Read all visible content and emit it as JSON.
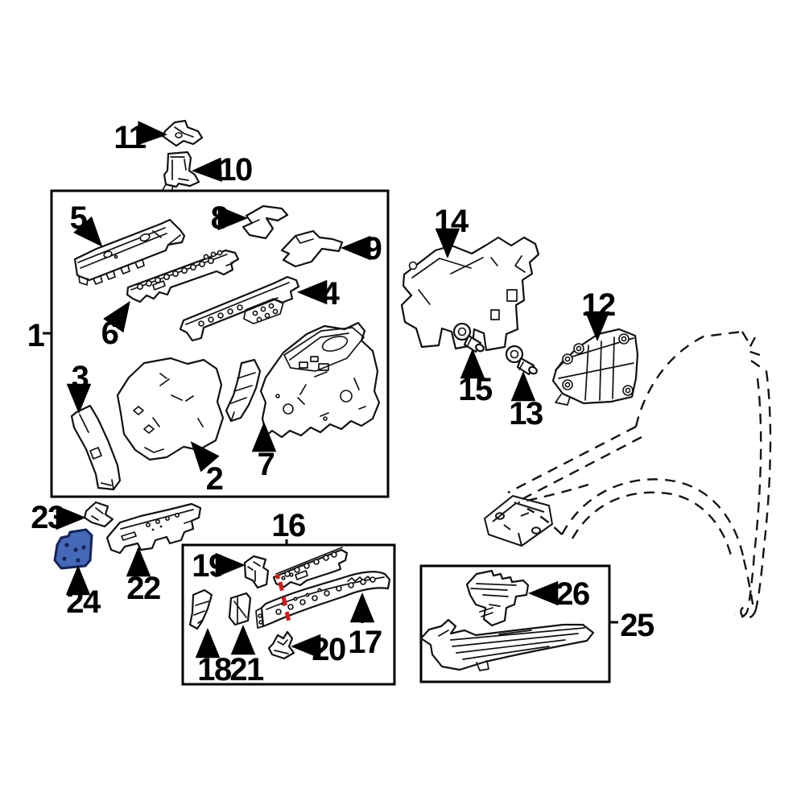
{
  "diagram": {
    "type": "automotive-exploded-parts-diagram",
    "highlighted_callout": "24",
    "colors": {
      "line": "#111111",
      "background": "#ffffff",
      "highlight_fill": "#4568b7",
      "highlight_stroke": "#13235a",
      "cut_line_red": "#d11a1a"
    },
    "callouts": {
      "c1": "1",
      "c2": "2",
      "c3": "3",
      "c4": "4",
      "c5": "5",
      "c6": "6",
      "c7": "7",
      "c8": "8",
      "c9": "9",
      "c10": "10",
      "c11": "11",
      "c12": "12",
      "c13": "13",
      "c14": "14",
      "c15": "15",
      "c16": "16",
      "c17": "17",
      "c18": "18",
      "c19": "19",
      "c20": "20",
      "c21": "21",
      "c22": "22",
      "c23": "23",
      "c24": "24",
      "c25": "25",
      "c26": "26"
    }
  }
}
